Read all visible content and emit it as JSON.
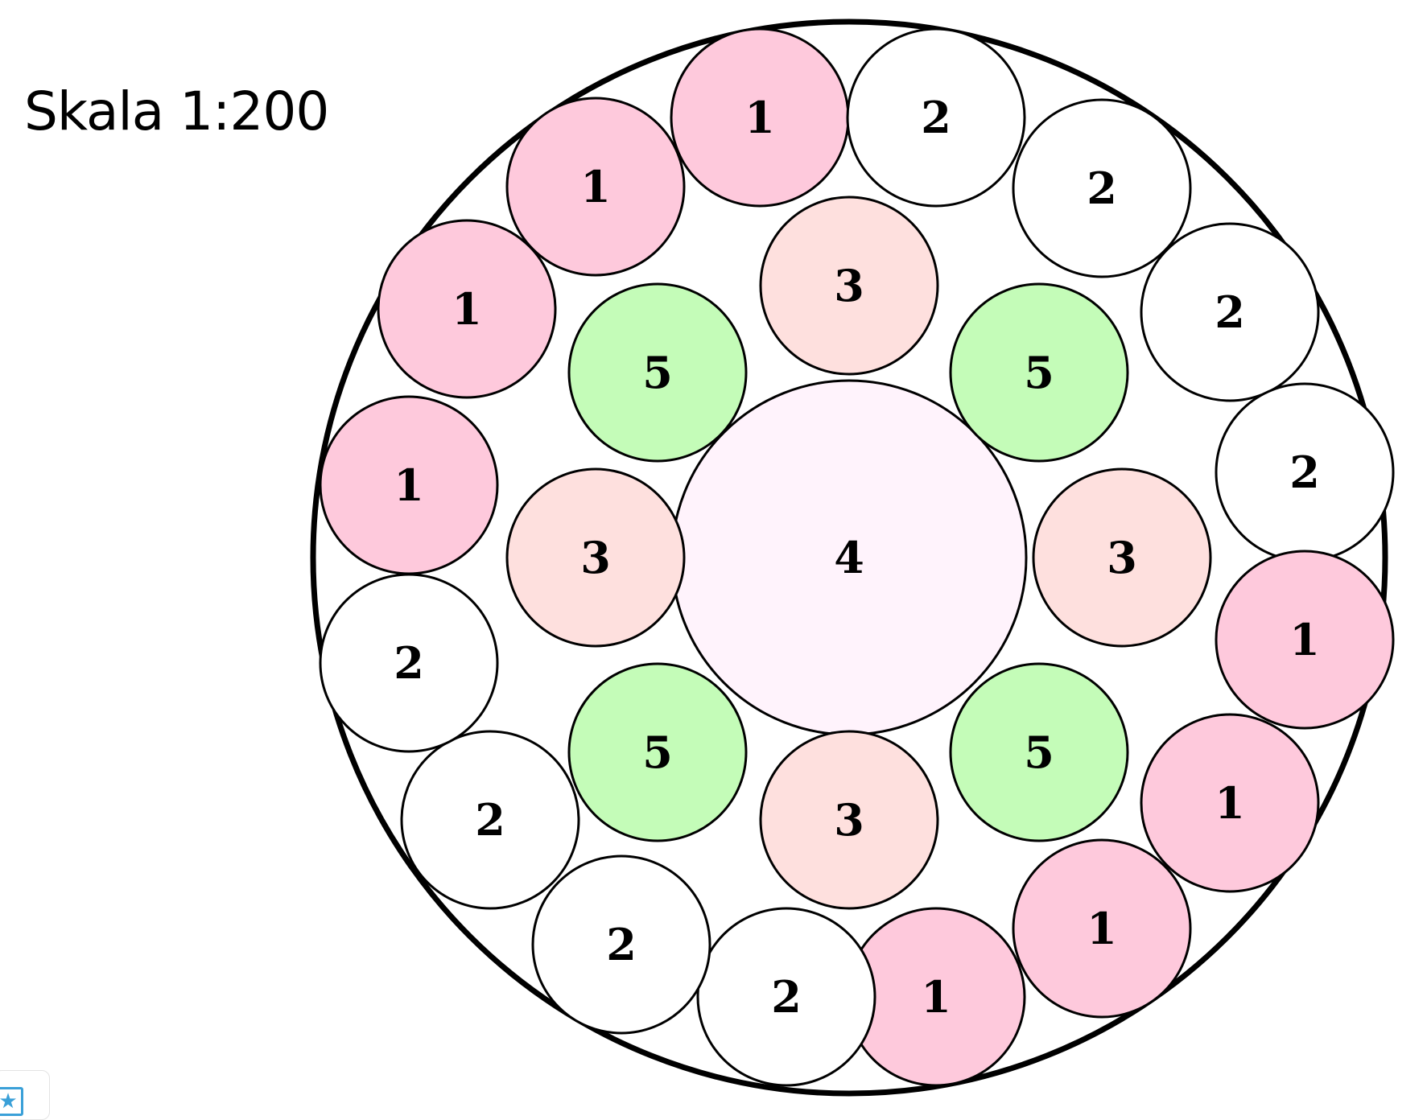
{
  "title": "Skala 1:200",
  "colors": {
    "pink": "#fec9dc",
    "peach": "#fee0de",
    "green": "#c4fcb8",
    "lavender": "#fff3fc",
    "white": "#ffffff",
    "stroke": "#000000",
    "badge": "#3aa0d8"
  },
  "icons": {
    "corner": "star-icon"
  },
  "outer_ring": [
    {
      "label": "1",
      "color": "pink"
    },
    {
      "label": "2",
      "color": "white"
    },
    {
      "label": "2",
      "color": "white"
    },
    {
      "label": "2",
      "color": "white"
    },
    {
      "label": "2",
      "color": "white"
    },
    {
      "label": "1",
      "color": "pink"
    },
    {
      "label": "1",
      "color": "pink"
    },
    {
      "label": "1",
      "color": "pink"
    },
    {
      "label": "1",
      "color": "pink"
    },
    {
      "label": "2",
      "color": "white"
    },
    {
      "label": "2",
      "color": "white"
    },
    {
      "label": "2",
      "color": "white"
    },
    {
      "label": "2",
      "color": "white"
    },
    {
      "label": "1",
      "color": "pink"
    },
    {
      "label": "1",
      "color": "pink"
    },
    {
      "label": "1",
      "color": "pink"
    }
  ],
  "inner_ring": [
    {
      "label": "3",
      "color": "peach"
    },
    {
      "label": "5",
      "color": "green"
    },
    {
      "label": "3",
      "color": "peach"
    },
    {
      "label": "5",
      "color": "green"
    },
    {
      "label": "3",
      "color": "peach"
    },
    {
      "label": "5",
      "color": "green"
    },
    {
      "label": "3",
      "color": "peach"
    },
    {
      "label": "5",
      "color": "green"
    }
  ],
  "center": {
    "label": "4",
    "color": "lavender"
  },
  "corner_glyph": "★"
}
